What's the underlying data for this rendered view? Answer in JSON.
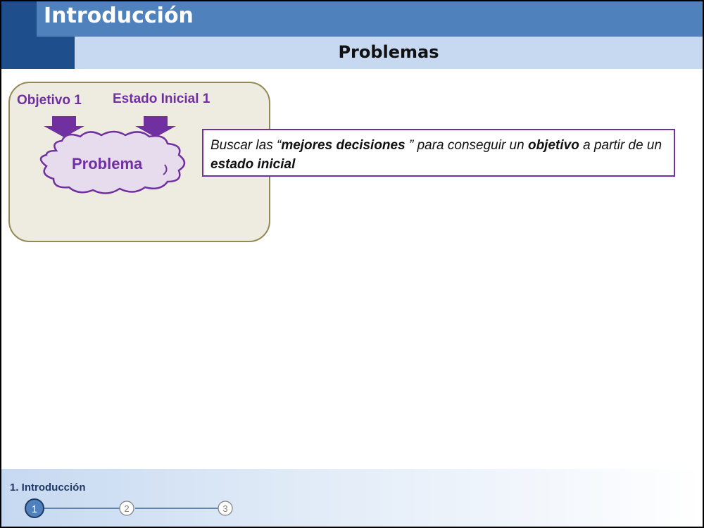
{
  "header": {
    "title": "Introducción",
    "subtitle": "Problemas"
  },
  "diagram": {
    "labels": {
      "objetivo": "Objetivo 1",
      "estado": "Estado Inicial 1",
      "problema": "Problema"
    },
    "colors": {
      "accent": "#7030a0",
      "box_fill": "#eeece1",
      "box_border": "#938953",
      "cloud_fill": "#e6dcee"
    }
  },
  "callout": {
    "t1": "Buscar las ",
    "q_open": "“",
    "b1": "mejores decisiones",
    "q_close": " ”",
    "t2": " para conseguir un ",
    "b2": "objetivo",
    "t3": " a partir de un ",
    "b3": "estado inicial"
  },
  "footer": {
    "section_label": "1. Introducción",
    "steps": [
      "1",
      "2",
      "3"
    ],
    "active_step": "1"
  }
}
